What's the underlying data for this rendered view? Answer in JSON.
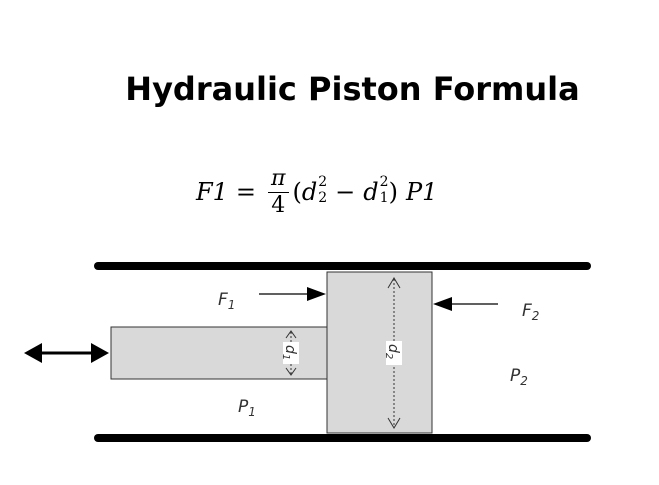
{
  "title": "Hydraulic Piston Formula",
  "formula": {
    "lhs": "F1",
    "equals": "=",
    "numerator": "π",
    "denominator": "4",
    "open_paren": "(",
    "d_outer": "d",
    "d_outer_sup": "2",
    "d_outer_sub": "2",
    "minus": "−",
    "d_inner": "d",
    "d_inner_sup": "2",
    "d_inner_sub": "1",
    "close_paren": ")",
    "rhs": "P1"
  },
  "diagram": {
    "f1_label": "F",
    "f1_sub": "1",
    "f2_label": "F",
    "f2_sub": "2",
    "p1_label": "P",
    "p1_sub": "1",
    "p2_label": "P",
    "p2_sub": "2",
    "d1_label": "d",
    "d1_sub": "1",
    "d2_label": "d",
    "d2_sub": "2",
    "colors": {
      "wall": "#000000",
      "fill": "#d9d9d9",
      "stroke": "#333333"
    }
  }
}
